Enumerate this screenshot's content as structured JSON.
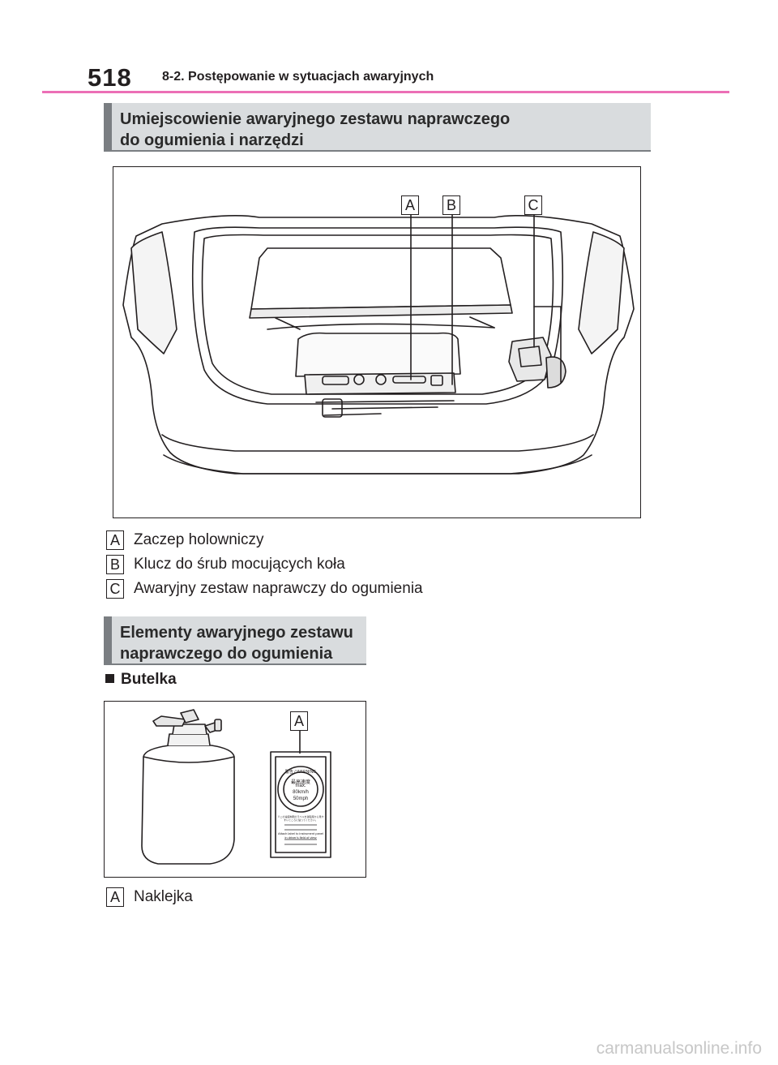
{
  "header": {
    "page_number": "518",
    "chapter_title": "8-2. Postępowanie w sytuacjach awaryjnych"
  },
  "section1": {
    "title_line1": "Umiejscowienie awaryjnego zestawu naprawczego",
    "title_line2": "do ogumienia i narzędzi"
  },
  "figure1": {
    "callouts": [
      "A",
      "B",
      "C"
    ]
  },
  "legend1": [
    {
      "key": "A",
      "text": "Zaczep holowniczy"
    },
    {
      "key": "B",
      "text": "Klucz do śrub mocujących koła"
    },
    {
      "key": "C",
      "text": "Awaryjny zestaw naprawczy do ogumienia"
    }
  ],
  "section2": {
    "title_line1": "Elementy awaryjnego zestawu",
    "title_line2": "naprawczego do ogumienia"
  },
  "subsection": {
    "title": "Butelka"
  },
  "figure2": {
    "callout": "A",
    "label_text": {
      "warning": "警告 / WARNING",
      "speed_title": "最高速度",
      "max": "max.",
      "kmh": "80km/h",
      "mph": "50mph",
      "jp_note": "※この速度制限のラベルを運転席から見やすいところに貼ってください。",
      "en_note": "Attach label to instrument panel in driver's field of view"
    }
  },
  "legend2": [
    {
      "key": "A",
      "text": "Naklejka"
    }
  ],
  "footer": {
    "watermark": "carmanualsonline.info"
  }
}
